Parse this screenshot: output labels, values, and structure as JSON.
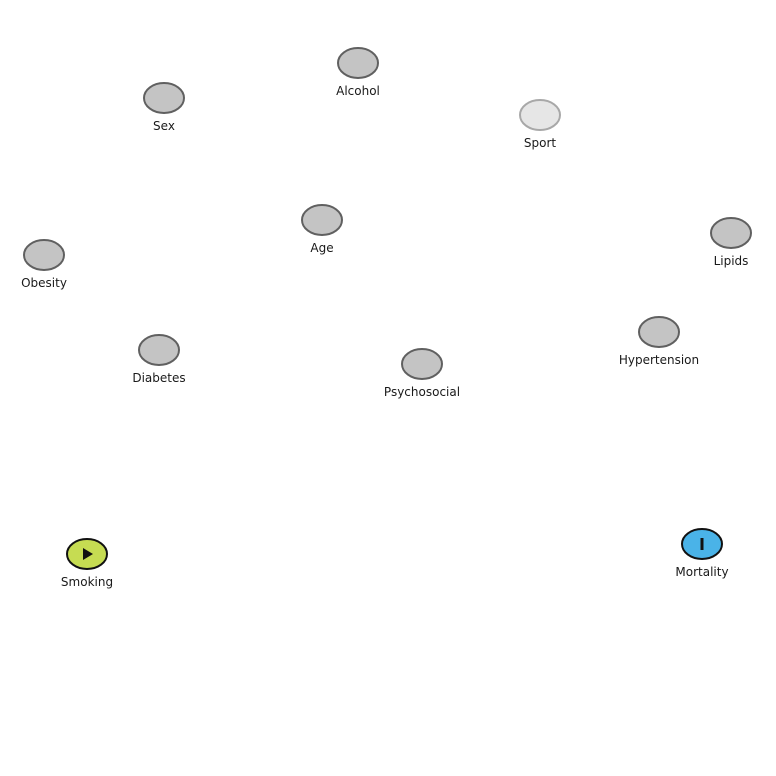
{
  "diagram": {
    "type": "causal-graph",
    "nodes": [
      {
        "id": "sex",
        "label": "Sex",
        "role": "covariate",
        "style": "normal"
      },
      {
        "id": "alcohol",
        "label": "Alcohol",
        "role": "covariate",
        "style": "normal"
      },
      {
        "id": "sport",
        "label": "Sport",
        "role": "covariate",
        "style": "faded"
      },
      {
        "id": "age",
        "label": "Age",
        "role": "covariate",
        "style": "normal"
      },
      {
        "id": "obesity",
        "label": "Obesity",
        "role": "covariate",
        "style": "normal"
      },
      {
        "id": "lipids",
        "label": "Lipids",
        "role": "covariate",
        "style": "normal"
      },
      {
        "id": "diabetes",
        "label": "Diabetes",
        "role": "covariate",
        "style": "normal"
      },
      {
        "id": "psychosocial",
        "label": "Psychosocial",
        "role": "covariate",
        "style": "normal"
      },
      {
        "id": "hypertension",
        "label": "Hypertension",
        "role": "covariate",
        "style": "normal"
      },
      {
        "id": "smoking",
        "label": "Smoking",
        "role": "exposure",
        "style": "exposure",
        "icon": "play-triangle-icon"
      },
      {
        "id": "mortality",
        "label": "Mortality",
        "role": "outcome",
        "style": "outcome",
        "icon": "bar-icon"
      }
    ],
    "colors": {
      "normal_fill": "#c4c4c4",
      "normal_stroke": "#606060",
      "faded_fill": "#e6e6e6",
      "faded_stroke": "#a8a8a8",
      "exposure_fill": "#c6dc52",
      "outcome_fill": "#4ab3e8",
      "special_stroke": "#111111",
      "label": "#1a1a1a"
    }
  }
}
